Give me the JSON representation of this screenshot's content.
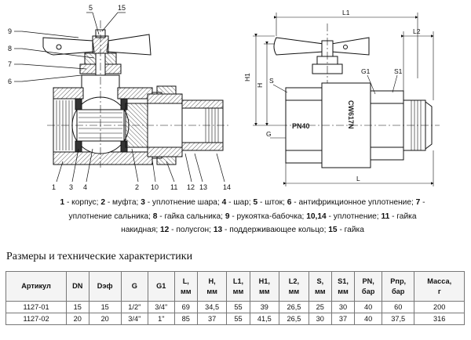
{
  "callouts": {
    "n1": "1",
    "n2": "2",
    "n3": "3",
    "n4": "4",
    "n5": "5",
    "n6": "6",
    "n7": "7",
    "n8": "8",
    "n9": "9",
    "n10": "10",
    "n11": "11",
    "n12": "12",
    "n13": "13",
    "n14": "14",
    "n15": "15"
  },
  "dimensions": {
    "l1": "L1",
    "l2": "L2",
    "l": "L",
    "h": "H",
    "h1": "H1",
    "s": "S",
    "s1": "S1",
    "g": "G",
    "g1": "G1"
  },
  "body_marking": {
    "pn": "PN40",
    "cw": "CW617N"
  },
  "legend": [
    {
      "num": "1",
      "text": " - корпус; "
    },
    {
      "num": "2",
      "text": " - муфта; "
    },
    {
      "num": "3",
      "text": " - уплотнение шара; "
    },
    {
      "num": "4",
      "text": " - шар; "
    },
    {
      "num": "5",
      "text": " - шток; "
    },
    {
      "num": "6",
      "text": " - антифрикционное уплотнение; "
    },
    {
      "num": "7",
      "text": " - уплотнение сальника; "
    },
    {
      "num": "8",
      "text": " - гайка сальника; "
    },
    {
      "num": "9",
      "text": " - рукоятка-бабочка; "
    },
    {
      "num": "10,14",
      "text": " - уплотнение; "
    },
    {
      "num": "11",
      "text": " - гайка накидная; "
    },
    {
      "num": "12",
      "text": " - полусгон; "
    },
    {
      "num": "13",
      "text": " - поддерживающее кольцо; "
    },
    {
      "num": "15",
      "text": " - гайка"
    }
  ],
  "section_title": "Размеры и технические характеристики",
  "table": {
    "headers": [
      "Артикул",
      "DN",
      "Dэф",
      "G",
      "G1",
      "L,\nмм",
      "H,\nмм",
      "L1,\nмм",
      "H1,\nмм",
      "L2,\nмм",
      "S,\nмм",
      "S1,\nмм",
      "PN,\nбар",
      "Pпр,\nбар",
      "Масса,\nг"
    ],
    "rows": [
      [
        "1127-01",
        "15",
        "15",
        "1/2\"",
        "3/4\"",
        "69",
        "34,5",
        "55",
        "39",
        "26,5",
        "25",
        "30",
        "40",
        "60",
        "200"
      ],
      [
        "1127-02",
        "20",
        "20",
        "3/4\"",
        "1\"",
        "85",
        "37",
        "55",
        "41,5",
        "26,5",
        "30",
        "37",
        "40",
        "37,5",
        "316"
      ]
    ]
  }
}
